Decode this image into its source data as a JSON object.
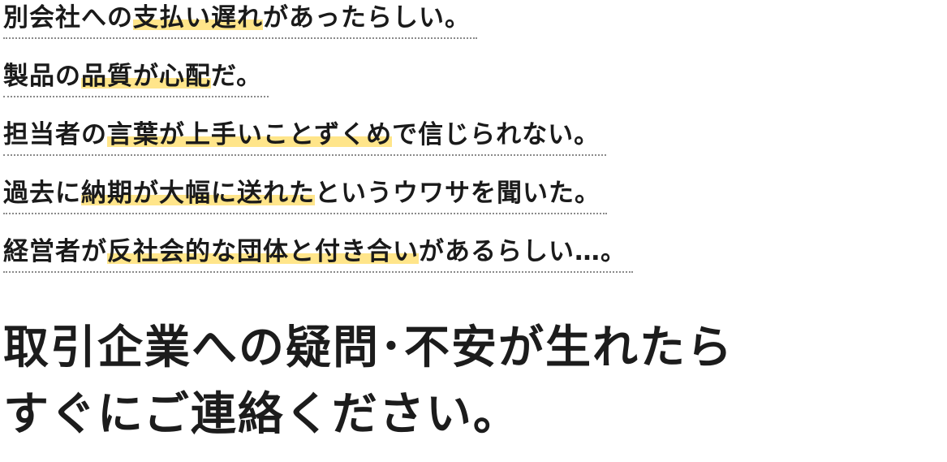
{
  "concerns": [
    {
      "before": "別会社への",
      "highlight": "支払い遅れ",
      "after": "があったらしい。"
    },
    {
      "before": "製品の",
      "highlight": "品質が心配",
      "after": "だ。"
    },
    {
      "before": "担当者の",
      "highlight": "言葉が上手いことずくめ",
      "after": "で信じられない。"
    },
    {
      "before": "過去に",
      "highlight": "納期が大幅に送れた",
      "after": "というウワサを聞いた。"
    },
    {
      "before": "経営者が",
      "highlight": "反社会的な団体と付き合い",
      "after": "があるらしい…。"
    }
  ],
  "headline": {
    "line1": "取引企業への疑問･不安が生れたら",
    "line2": "すぐにご連絡ください。"
  },
  "colors": {
    "highlight": "#ffe58a",
    "text": "#1a1a1a",
    "divider": "#8a8a8a"
  }
}
